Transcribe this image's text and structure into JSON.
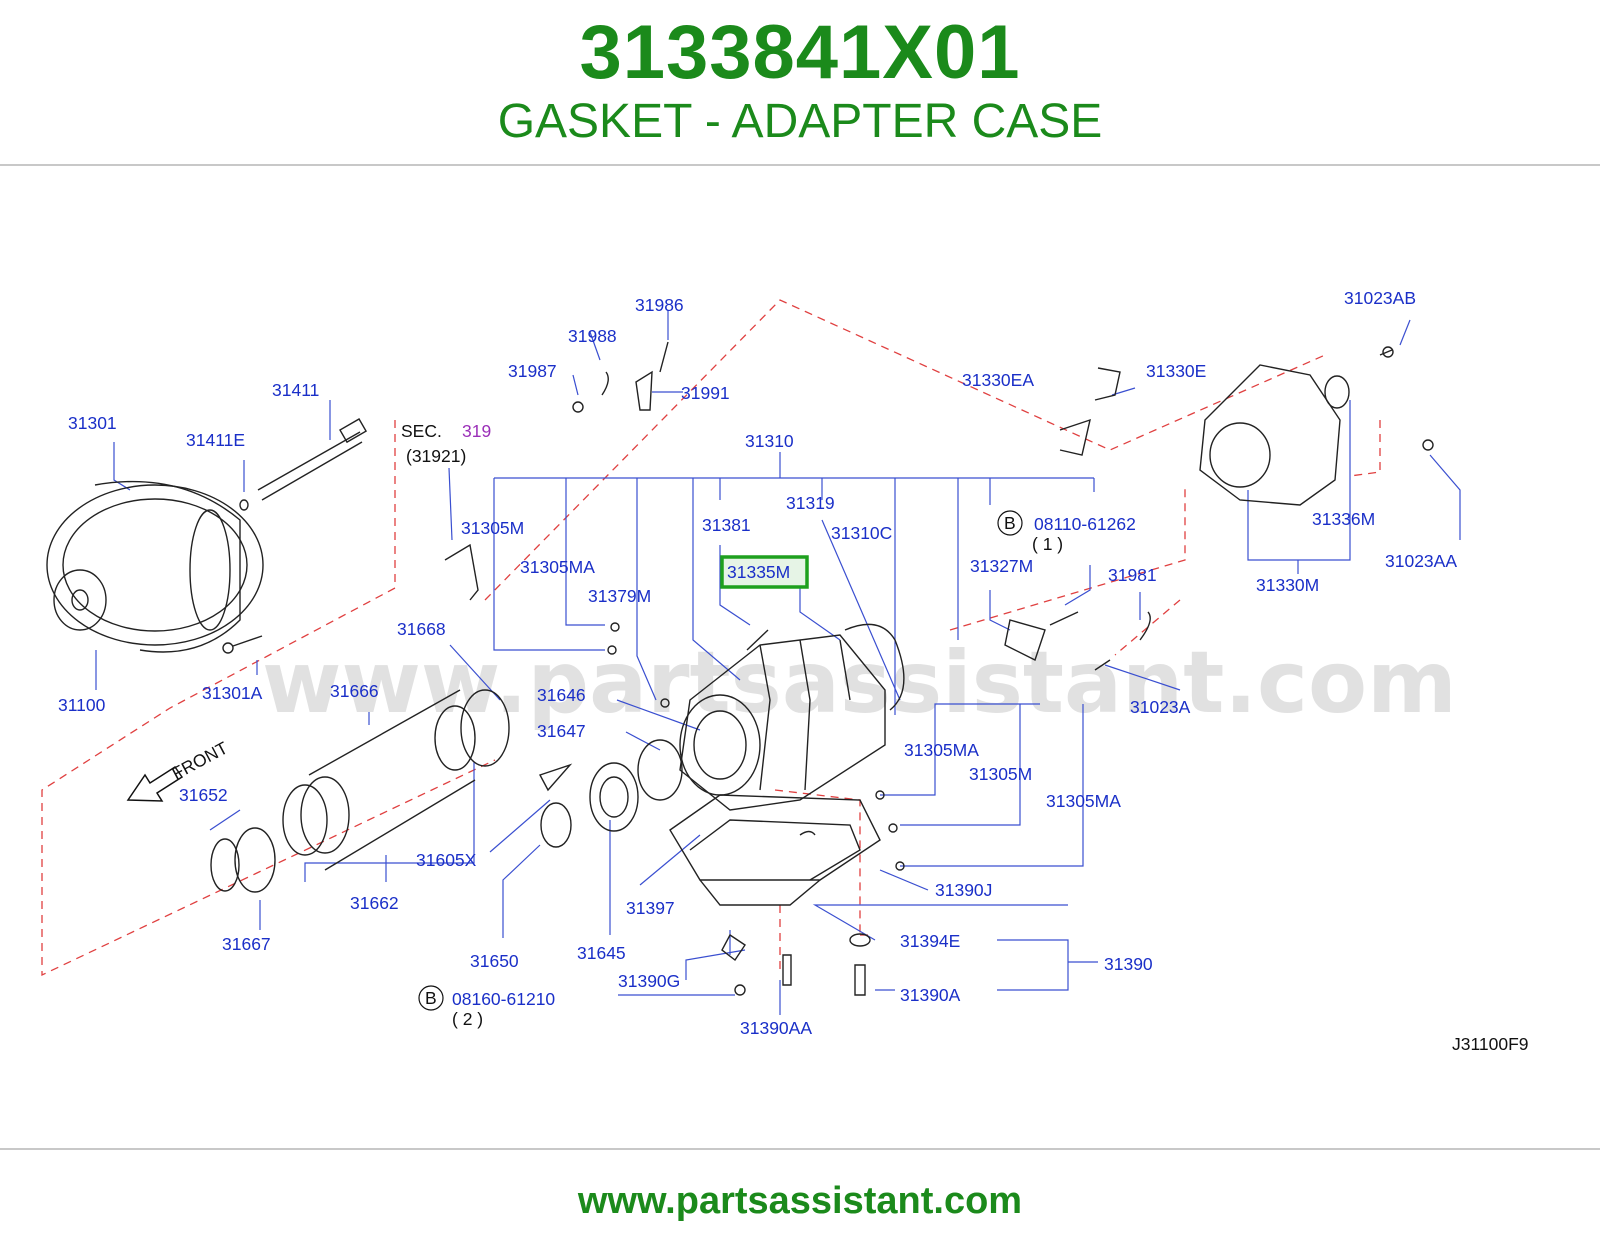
{
  "header": {
    "part_number": "3133841X01",
    "part_name": "GASKET - ADAPTER CASE"
  },
  "diagram": {
    "highlighted_part": "31335M",
    "watermark": "www.partsassistant.com",
    "sec_label": "SEC.",
    "sec_number": "319",
    "sec_ref": "(31921)",
    "front_label": "FRONT",
    "drawing_code": "J31100F9",
    "bolt_refs": [
      {
        "prefix": "B",
        "code": "08110-61262",
        "qty": "( 1 )"
      },
      {
        "prefix": "B",
        "code": "08160-61210",
        "qty": "( 2 )"
      }
    ],
    "callouts": {
      "p31986": "31986",
      "p31988": "31988",
      "p31987": "31987",
      "p31991": "31991",
      "p31411": "31411",
      "p31301": "31301",
      "p31411E": "31411E",
      "p31310": "31310",
      "p31305M_a": "31305M",
      "p31305MA_a": "31305MA",
      "p31381": "31381",
      "p31319": "31319",
      "p31310C": "31310C",
      "p31335M": "31335M",
      "p31379M": "31379M",
      "p31327M": "31327M",
      "p31981": "31981",
      "p31330EA": "31330EA",
      "p31330E": "31330E",
      "p31023AB": "31023AB",
      "p31336M": "31336M",
      "p31023AA": "31023AA",
      "p31330M": "31330M",
      "p31023A": "31023A",
      "p31100": "31100",
      "p31301A": "31301A",
      "p31668": "31668",
      "p31666": "31666",
      "p31646": "31646",
      "p31647": "31647",
      "p31652": "31652",
      "p31605X": "31605X",
      "p31662": "31662",
      "p31667": "31667",
      "p31650": "31650",
      "p31645": "31645",
      "p31397": "31397",
      "p31305MA_b": "31305MA",
      "p31305M_b": "31305M",
      "p31305MA_c": "31305MA",
      "p31390J": "31390J",
      "p31394E": "31394E",
      "p31390": "31390",
      "p31390A": "31390A",
      "p31390G": "31390G",
      "p31390AA": "31390AA"
    }
  },
  "footer": {
    "url": "www.partsassistant.com"
  },
  "colors": {
    "brand_green": "#1b8a1b",
    "callout_blue": "#1a2fc8",
    "sec_purple": "#9b2fb8",
    "highlight_green": "#1ea01e",
    "dashed_red": "#e04040",
    "leader_blue": "#3a4fd0"
  }
}
